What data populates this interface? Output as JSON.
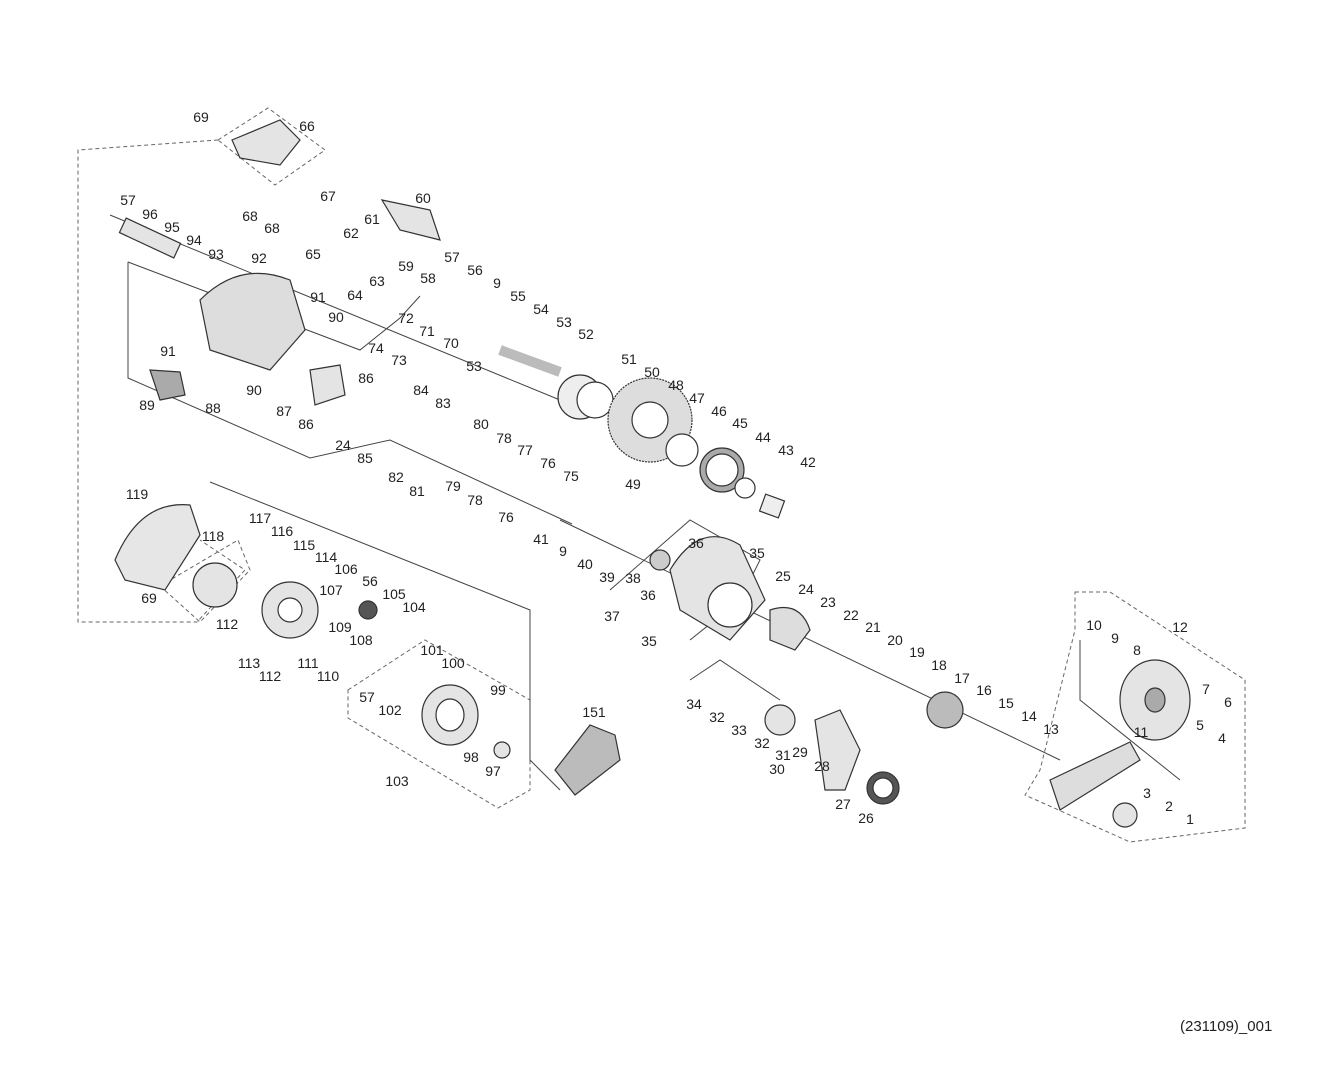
{
  "diagram_title": "",
  "labels": [
    "69",
    "66",
    "67",
    "68",
    "68",
    "60",
    "61",
    "62",
    "65",
    "63",
    "64",
    "57",
    "96",
    "95",
    "94",
    "93",
    "92",
    "91",
    "90",
    "59",
    "58",
    "57",
    "56",
    "9",
    "55",
    "54",
    "53",
    "52",
    "72",
    "71",
    "70",
    "74",
    "73",
    "53",
    "51",
    "50",
    "48",
    "47",
    "46",
    "45",
    "44",
    "43",
    "42",
    "91",
    "86",
    "87",
    "86",
    "90",
    "89",
    "88",
    "84",
    "83",
    "24",
    "85",
    "80",
    "78",
    "77",
    "76",
    "75",
    "82",
    "81",
    "79",
    "78",
    "76",
    "49",
    "119",
    "118",
    "117",
    "116",
    "115",
    "114",
    "41",
    "9",
    "40",
    "39",
    "38",
    "37",
    "36",
    "36",
    "35",
    "35",
    "25",
    "24",
    "23",
    "22",
    "21",
    "20",
    "19",
    "18",
    "17",
    "16",
    "15",
    "14",
    "13",
    "12",
    "10",
    "9",
    "8",
    "7",
    "6",
    "5",
    "4",
    "11",
    "3",
    "2",
    "1",
    "106",
    "56",
    "105",
    "104",
    "107",
    "69",
    "112",
    "113",
    "112",
    "109",
    "108",
    "111",
    "110",
    "101",
    "100",
    "57",
    "102",
    "99",
    "98",
    "97",
    "103",
    "151",
    "34",
    "32",
    "33",
    "32",
    "31",
    "30",
    "29",
    "28",
    "27",
    "26"
  ],
  "footer": "(231109)_001",
  "colors": {
    "line": "#333333",
    "part_fill": "#d9d9d9",
    "part_dark": "#555555"
  }
}
